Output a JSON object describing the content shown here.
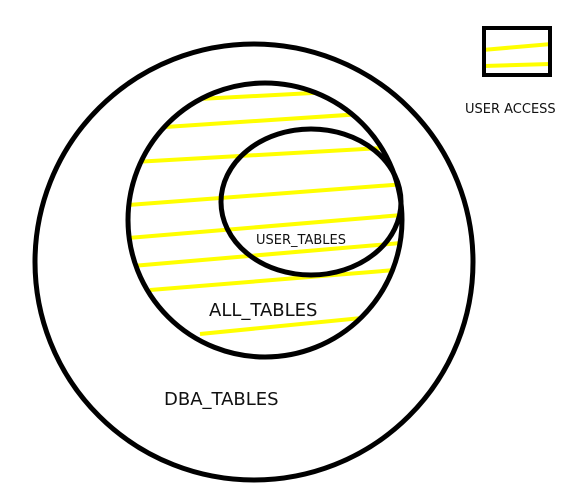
{
  "diagram": {
    "title": "",
    "sets": [
      {
        "id": "dba",
        "label": "DBA_TABLES"
      },
      {
        "id": "all",
        "label": "ALL_TABLES"
      },
      {
        "id": "user",
        "label": "USER_TABLES"
      }
    ],
    "legend": {
      "label": "USER ACCESS",
      "hatch_color": "#ffff00"
    },
    "colors": {
      "outline": "#000000",
      "hatch": "#ffff00",
      "background": "#ffffff"
    }
  }
}
